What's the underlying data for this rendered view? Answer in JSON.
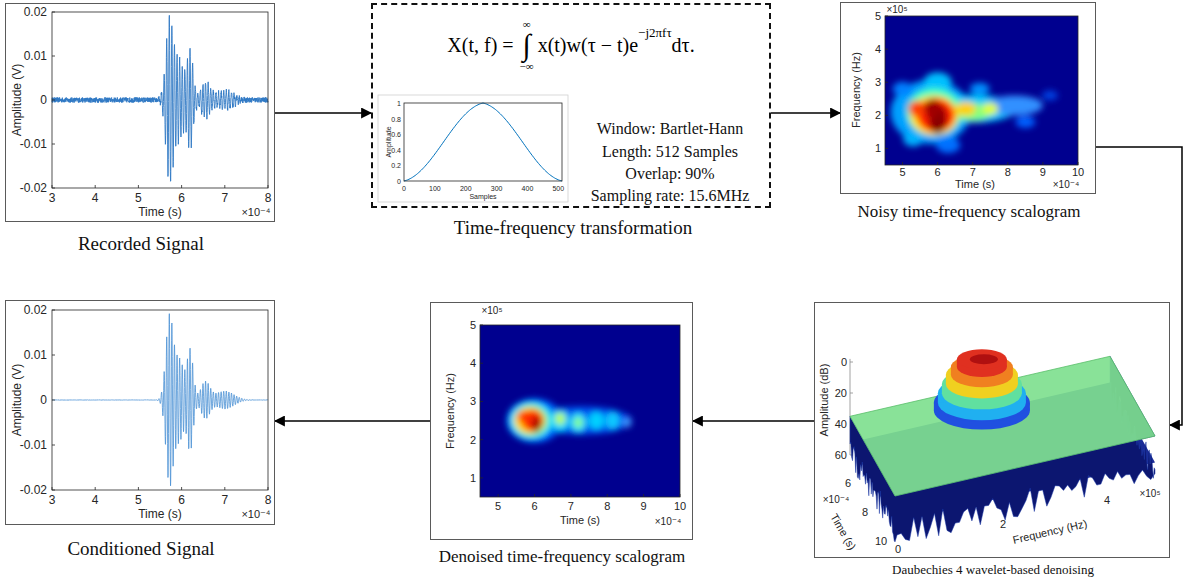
{
  "diagram": {
    "nodes": [
      {
        "text": [
          "Recorded Signal"
        ]
      },
      {
        "text": [
          "Time-frequency transformation",
          "Window: Bartlet-Hann",
          "Length: 512 Samples",
          "Overlap: 90%",
          "Sampling rate: 15.6MHz"
        ]
      },
      {
        "text": [
          "Noisy time-frequency scalogram"
        ]
      },
      {
        "text": [
          "Daubechies 4 wavelet-based denoising"
        ]
      },
      {
        "text": [
          "Denoised time-frequency scalogram"
        ]
      },
      {
        "text": [
          "Conditioned Signal"
        ]
      }
    ],
    "edges": [
      {
        "from": 0,
        "to": 1,
        "arrow": "to"
      },
      {
        "from": 1,
        "to": 2,
        "arrow": "to"
      },
      {
        "from": 2,
        "to": 3,
        "arrow": "to"
      },
      {
        "from": 3,
        "to": 4,
        "arrow": "to"
      },
      {
        "from": 4,
        "to": 5,
        "arrow": "to"
      }
    ],
    "labels": [
      "0.02",
      "0.01",
      "0",
      "-0.01",
      "-0.02",
      "3",
      "4",
      "5",
      "6",
      "7",
      "8",
      "Time (s)",
      "×10⁻⁴",
      "Amplitude (V)",
      "X(t, f) =",
      "∞",
      "∫",
      "−∞",
      "x(t)w(τ − t)e",
      "−j2πfτ",
      "dτ.",
      "1",
      "0.8",
      "0.6",
      "0.4",
      "0.2",
      "0",
      "0",
      "100",
      "200",
      "300",
      "400",
      "500",
      "Samples",
      "Amplitude",
      "×10⁵",
      "5",
      "4",
      "3",
      "2",
      "1",
      "5",
      "6",
      "7",
      "8",
      "9",
      "10",
      "Time (s)",
      "×10⁻⁴",
      "Frequency (Hz)",
      "60",
      "40",
      "20",
      "0",
      "Amplitude (dB)",
      "6",
      "8",
      "10",
      "×10⁻⁴",
      "Time (s)",
      "0",
      "2",
      "4",
      "×10⁵",
      "Frequency (Hz)",
      "×10⁵",
      "5",
      "4",
      "3",
      "2",
      "1",
      "5",
      "6",
      "7",
      "8",
      "9",
      "10",
      "Time (s)",
      "×10⁻⁴",
      "Frequency (Hz)",
      "0.02",
      "0.01",
      "0",
      "-0.01",
      "-0.02",
      "3",
      "4",
      "5",
      "6",
      "7",
      "8",
      "Time (s)",
      "×10⁻⁴",
      "Amplitude (V)"
    ]
  }
}
